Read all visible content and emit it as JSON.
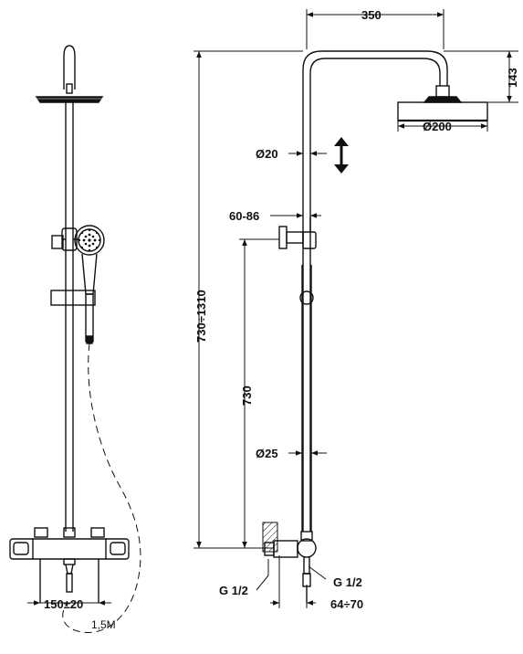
{
  "dimensions": {
    "arm_width": "350",
    "head_drop": "143",
    "head_diameter": "Ø200",
    "pipe_upper": "Ø20",
    "holder_range": "60-86",
    "total_height": "730÷1310",
    "valve_to_holder": "730",
    "pipe_lower": "Ø25",
    "inlet_left": "G 1/2",
    "outlet_right": "G 1/2",
    "wall_offset": "64÷70",
    "inlet_spacing": "150±20",
    "hose_length": "1,5M"
  },
  "colors": {
    "line": "#111111",
    "background": "#ffffff"
  }
}
